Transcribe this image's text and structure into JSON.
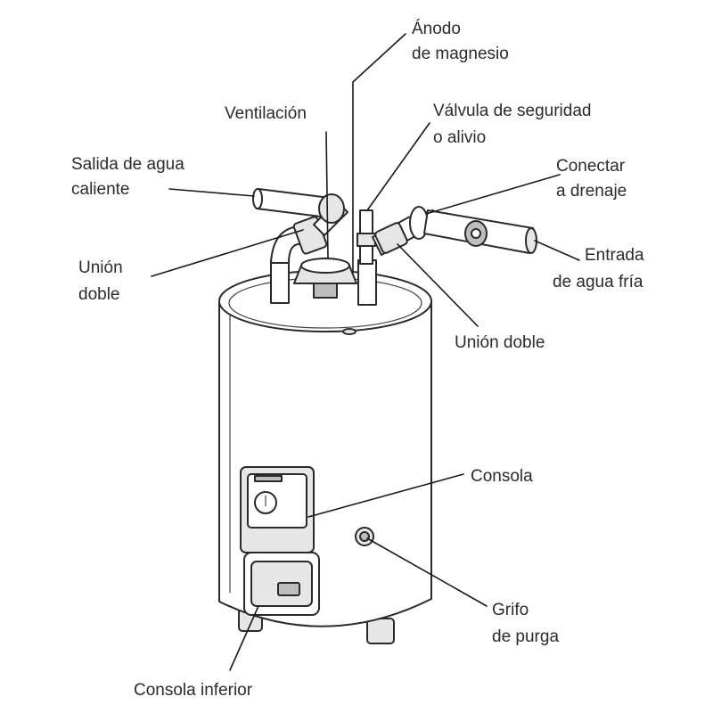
{
  "labels": {
    "anodo_line1": "Ánodo",
    "anodo_line2": "de magnesio",
    "ventilacion": "Ventilación",
    "valvula_line1": "Válvula de seguridad",
    "valvula_line2": "o alivio",
    "salida_line1": "Salida de agua",
    "salida_line2": "caliente",
    "conectar_line1": "Conectar",
    "conectar_line2": "a drenaje",
    "union_left_line1": "Unión",
    "union_left_line2": "doble",
    "entrada_line1": "Entrada",
    "entrada_line2": "de agua fría",
    "union_right": "Unión doble",
    "consola": "Consola",
    "grifo_line1": "Grifo",
    "grifo_line2": "de purga",
    "consola_inferior": "Consola inferior"
  }
}
